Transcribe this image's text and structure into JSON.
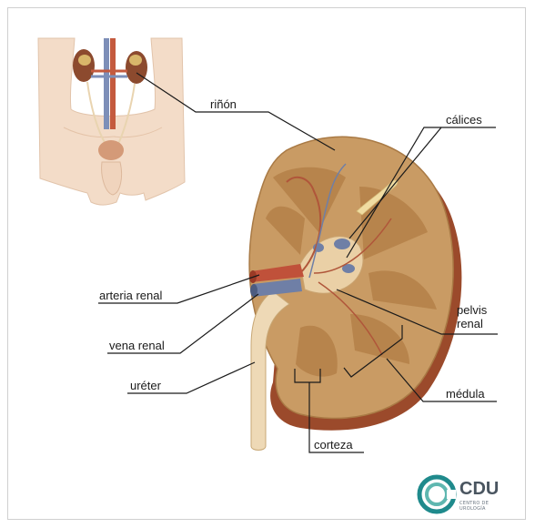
{
  "labels": {
    "rinon": "riñón",
    "calices": "cálices",
    "arteria_renal": "arteria renal",
    "vena_renal": "vena renal",
    "pelvis_line1": "pelvis",
    "pelvis_line2": "renal",
    "ureter": "uréter",
    "medula": "médula",
    "corteza": "corteza"
  },
  "logo": {
    "name": "CDU",
    "subtitle": "CENTRO DE UROLOGÍA"
  },
  "colors": {
    "cortex": "#c99b64",
    "medulla": "#b17f4a",
    "pelvis": "#e9c9a0",
    "artery": "#c0513a",
    "vein": "#6b7fa8",
    "capsule": "#8a4a2c",
    "skin": "#f1d7c2",
    "logo_teal": "#1f8a8c"
  }
}
